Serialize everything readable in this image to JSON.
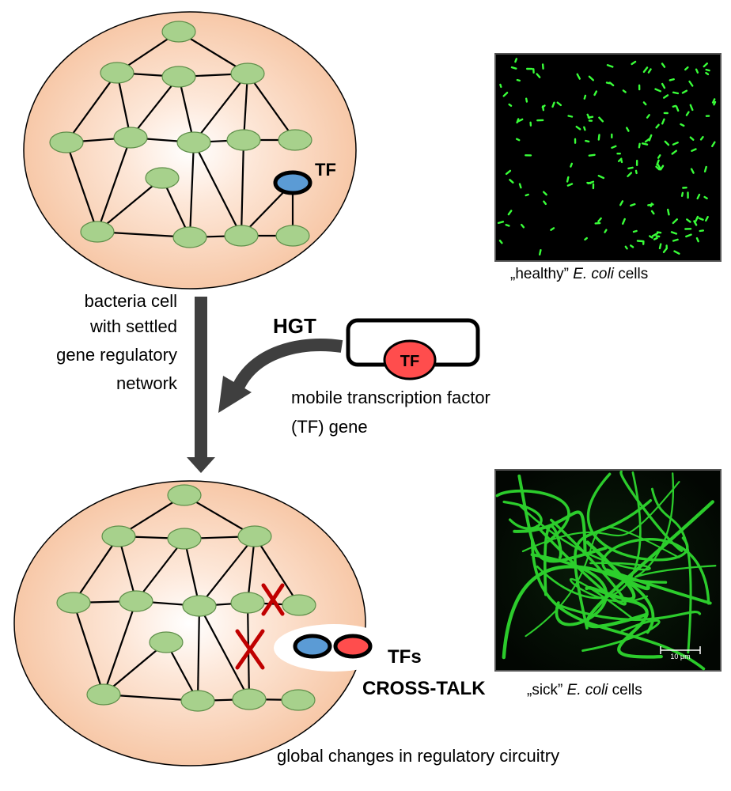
{
  "labels": {
    "tf_top": "TF",
    "cell_description": [
      "bacteria cell",
      "with settled",
      "gene regulatory",
      "network"
    ],
    "hgt": "HGT",
    "plasmid_tf": "TF",
    "mobile_line1": "mobile transcription factor",
    "mobile_line2": "(TF) gene",
    "tfs": "TFs",
    "cross_talk": "CROSS-TALK",
    "global_changes": "global changes in regulatory circuitry",
    "scale_bar": "10 µm"
  },
  "captions": {
    "healthy": {
      "prefix": "„healthy” ",
      "species": "E. coli",
      "suffix": " cells"
    },
    "sick": {
      "prefix": "„sick” ",
      "species": "E. coli",
      "suffix": " cells"
    }
  },
  "colors": {
    "cell_fill": "#f6c9a9",
    "cell_center": "#ffffff",
    "node_fill": "#a7d18c",
    "tf_blue": "#5b9bd5",
    "tf_red": "#ff4d4d",
    "arrow_gray": "#3f3f3f",
    "cross_red": "#c00000",
    "micro_green": "#39ff39"
  }
}
